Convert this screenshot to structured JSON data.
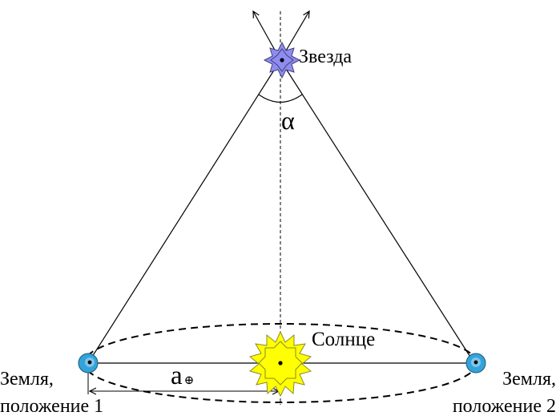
{
  "labels": {
    "star": "Звезда",
    "sun": "Солнце",
    "angle": "α",
    "earth1": [
      "Земля,",
      "положение 1"
    ],
    "earth2": [
      "Земля,",
      "положение 2"
    ],
    "distance": "a",
    "distance_subscript": "⊕"
  },
  "colors": {
    "star_fill": "#8f8cf0",
    "sun_fill": "#ffff00",
    "earth_fill": "#33a3d9",
    "earth_center": "#b4dcf0"
  }
}
